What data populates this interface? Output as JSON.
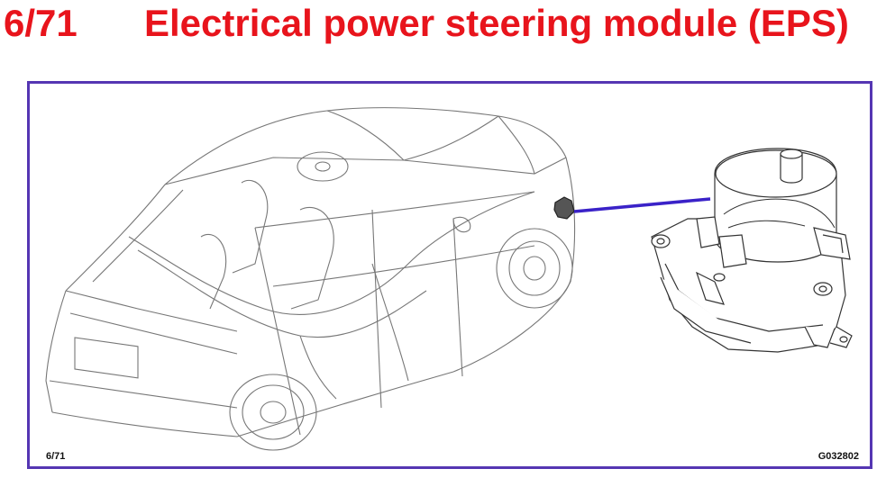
{
  "header": {
    "code": "6/71",
    "title": "Electrical power steering module (EPS)"
  },
  "figure": {
    "ref_left": "6/71",
    "ref_right": "G032802"
  },
  "colors": {
    "title": "#e8141c",
    "frame": "#5536b3",
    "leader_line": "#3a22c8"
  },
  "icons": [
    "car-outline-drawing",
    "eps-module-drawing",
    "location-marker"
  ]
}
